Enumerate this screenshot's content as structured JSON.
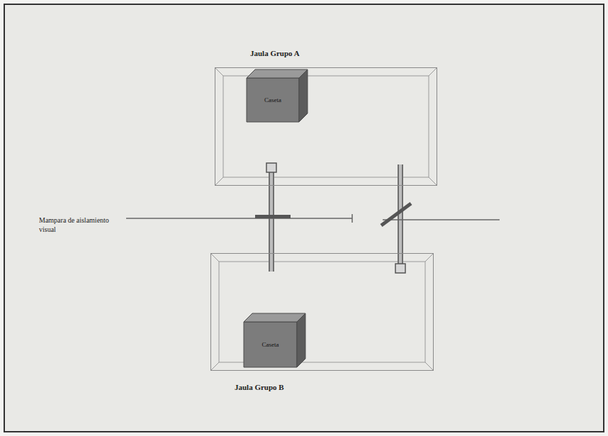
{
  "diagram": {
    "nodes": [
      {
        "text": [
          "Jaula Grupo A"
        ]
      },
      {
        "text": [
          "Caseta"
        ],
        "in": 0
      },
      {
        "text": [
          "Jaula Grupo B"
        ]
      },
      {
        "text": [
          "Caseta"
        ],
        "in": 2
      }
    ],
    "edges": [
      {
        "from": 0,
        "to": 2,
        "arrow": "none"
      },
      {
        "from": 0,
        "to": 2,
        "arrow": "none"
      }
    ],
    "labels": [
      "Mampara de aislamiento visual"
    ]
  }
}
